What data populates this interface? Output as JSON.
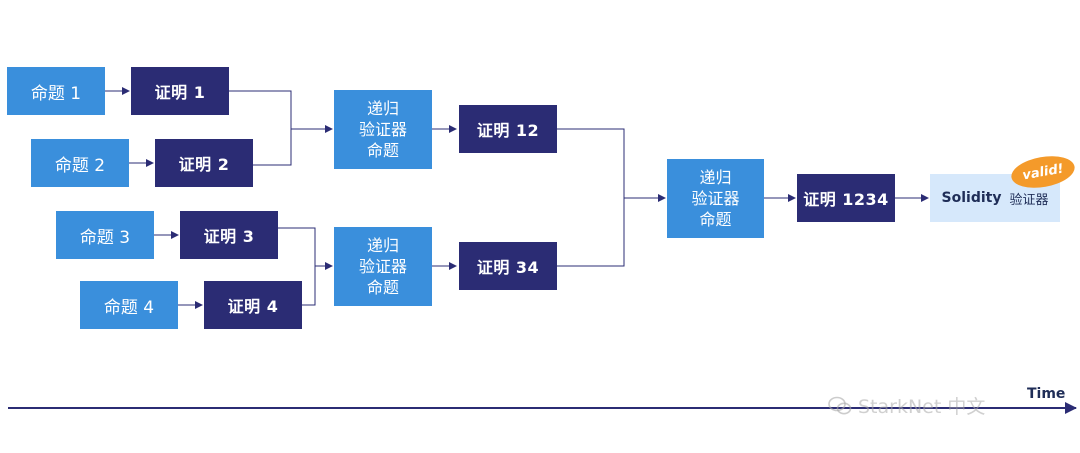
{
  "statements": [
    "命题 1",
    "命题 2",
    "命题 3",
    "命题 4"
  ],
  "proofs": [
    "证明  1",
    "证明  2",
    "证明  3",
    "证明  4",
    "证明  12",
    "证明  34",
    "证明  1234"
  ],
  "recursive_verifiers": [
    "递归\n验证器\n命题",
    "递归\n验证器\n命题",
    "递归\n验证器\n命题"
  ],
  "solidity_verifier": {
    "name": "Solidity",
    "rest": "验证器"
  },
  "valid_badge": "valid!",
  "time_label": "Time",
  "watermark": "StarkNet 中文",
  "colors": {
    "statement": "#3a8fdc",
    "proof": "#2b2c74",
    "solidity": "#d6e8fb",
    "badge": "#f49a2a",
    "line": "#2b2c74"
  }
}
